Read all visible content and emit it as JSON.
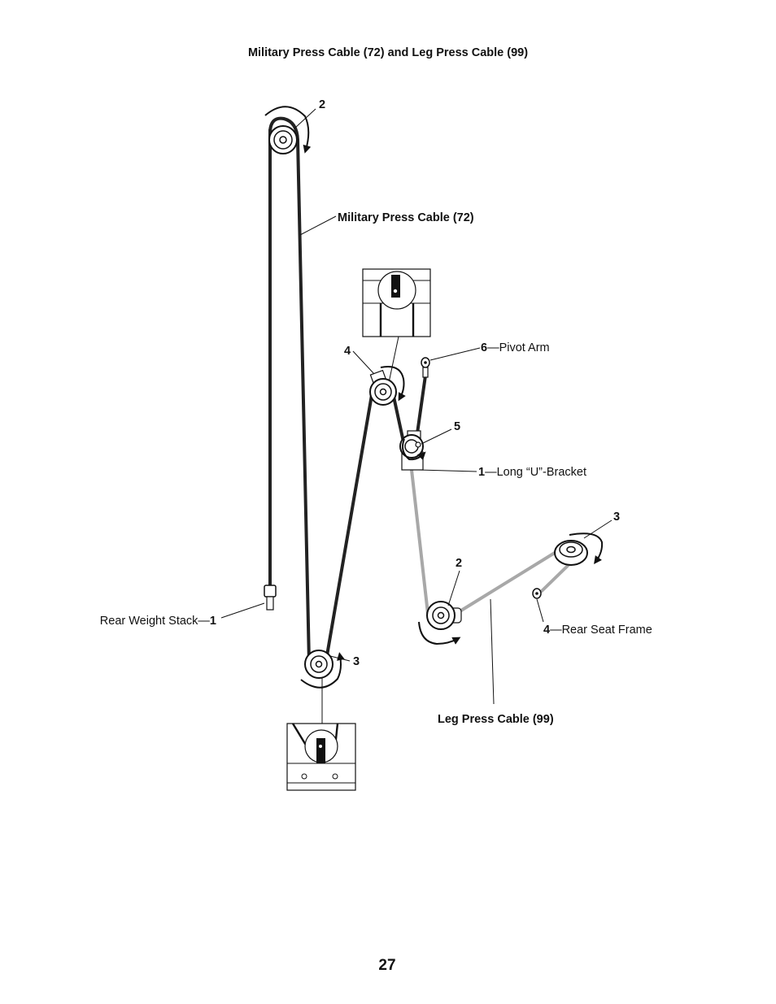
{
  "title": "Military Press Cable (72) and Leg Press Cable (99)",
  "page_number": "27",
  "labels": {
    "top_pulley_num": "2",
    "military_cable": "Military Press Cable (72)",
    "pulley_4_num": "4",
    "pivot_arm_num": "6",
    "pivot_arm_text": "—Pivot Arm",
    "pulley_5_num": "5",
    "u_bracket_num": "1",
    "u_bracket_text": "—Long “U”-Bracket",
    "right_pulley_num": "3",
    "leg_pulley_num": "2",
    "weight_stack_text": "Rear Weight Stack—",
    "weight_stack_num": "1",
    "rear_seat_num": "4",
    "rear_seat_text": "—Rear Seat Frame",
    "bottom_pulley_num": "3",
    "leg_cable": "Leg Press Cable (99)"
  },
  "colors": {
    "military_cable": "#222222",
    "leg_cable": "#a8a8a8",
    "line": "#111111"
  }
}
